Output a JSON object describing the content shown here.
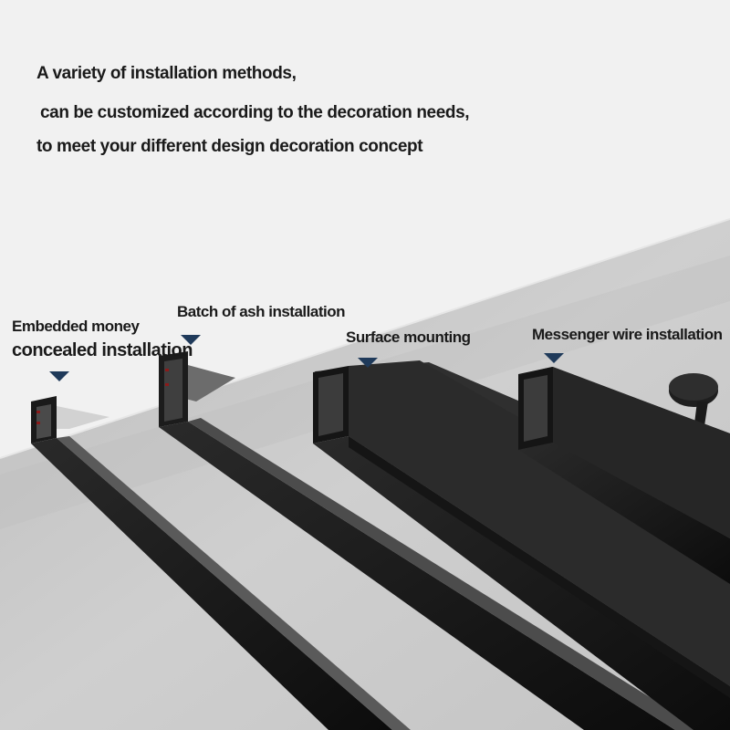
{
  "headline": {
    "line1": "A variety of installation methods,",
    "line2": "can be customized according to the decoration needs,",
    "line3": "to meet your different design decoration concept"
  },
  "methods": [
    {
      "label_lines": [
        "Embedded money",
        "concealed installation"
      ]
    },
    {
      "label_lines": [
        "Batch of ash installation"
      ]
    },
    {
      "label_lines": [
        "Surface mounting"
      ]
    },
    {
      "label_lines": [
        "Messenger wire installation"
      ]
    }
  ],
  "colors": {
    "background": "#f1f1f1",
    "ceiling": "#c9c9c9",
    "track": "#121212",
    "marker": "#1f3a5a"
  }
}
